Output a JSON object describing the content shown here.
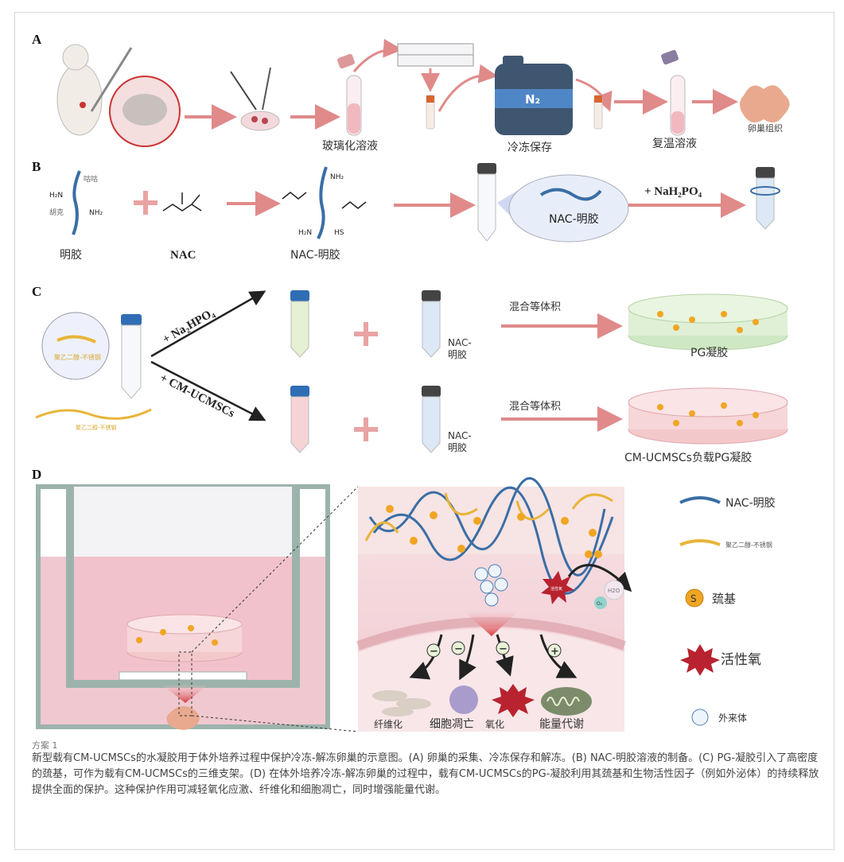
{
  "panels": {
    "a": {
      "letter": "A",
      "vitrification": "玻璃化溶液",
      "cryo": "冷冻保存",
      "warming": "复温溶液",
      "ovary": "卵巢组织",
      "n2": "N₂"
    },
    "b": {
      "letter": "B",
      "gelatin": "明胶",
      "nac": "NAC",
      "nac_gelatin": "NAC-明胶",
      "bubble": "NAC-明胶",
      "reagent": "+ NaH₂PO₄",
      "g1": "咕咕",
      "g2": "胡克",
      "nh2": "NH₂",
      "h2n": "H₂N",
      "hs": "HS"
    },
    "c": {
      "letter": "C",
      "peg": "聚乙二醇-不锈钢",
      "arrow_top": "+ Na₂HPO₄",
      "arrow_bottom": "+ CM-UCMSCs",
      "nac1": "NAC-",
      "nac2": "明胶",
      "mix": "混合等体积",
      "pg_gel": "PG凝胶",
      "cm_gel": "CM-UCMSCs负载PG凝胶"
    },
    "d": {
      "letter": "D",
      "h2o": "H2O",
      "o2": "O₂",
      "ros_small": "活性氧",
      "fibrosis": "纤维化",
      "apoptosis": "细胞凋亡",
      "oxidation": "氧化",
      "energy": "能量代谢",
      "minus": "−",
      "plus": "+",
      "s": "S"
    },
    "legend": {
      "nac_gelatin": "NAC-明胶",
      "peg": "聚乙二醇-不锈钢",
      "thiol": "巯基",
      "ros": "活性氧",
      "exosome": "外来体"
    }
  },
  "colors": {
    "arrow": "#e08a8a",
    "blue_chain": "#3a6ea5",
    "yellow_chain": "#e8b53a",
    "thiol": "#f0a623",
    "ros": "#b8232f",
    "tank": "#3f5670",
    "pink_bg": "#f3d6dc"
  },
  "caption": {
    "title": "方案 1",
    "body": "新型载有CM-UCMSCs的水凝胶用于体外培养过程中保护冷冻-解冻卵巢的示意图。(A) 卵巢的采集、冷冻保存和解冻。(B) NAC-明胶溶液的制备。(C) PG-凝胶引入了高密度的巯基，可作为载有CM-UCMSCs的三维支架。(D) 在体外培养冷冻-解冻卵巢的过程中，载有CM-UCMSCs的PG-凝胶利用其巯基和生物活性因子（例如外泌体）的持续释放提供全面的保护。这种保护作用可减轻氧化应激、纤维化和细胞凋亡，同时增强能量代谢。"
  }
}
